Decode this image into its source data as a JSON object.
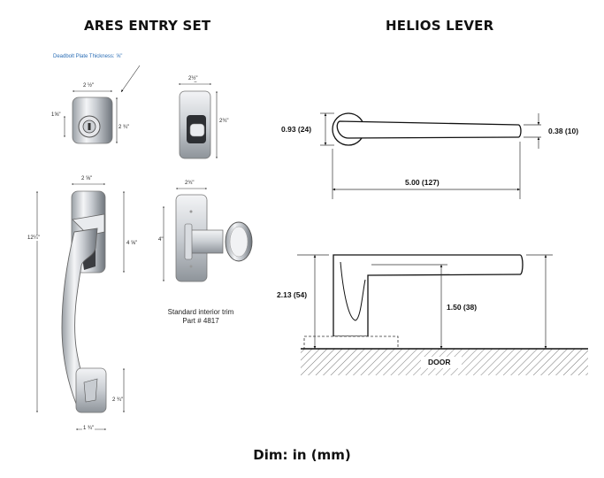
{
  "left": {
    "title": "ARES ENTRY SET",
    "deadbolt_note": "Deadbolt Plate Thickness: ⅝\"",
    "dims": {
      "deadbolt_width": "2 ½\"",
      "deadbolt_height": "2 ¾\"",
      "deadbolt_cyl": "1⅝\"",
      "back_width": "2½\"",
      "back_height": "2¾\"",
      "handle_top_width": "2 ⅝\"",
      "handle_total": "12¼\"",
      "handle_mid": "4 ⅝\"",
      "handle_bottom": "2 ¾\"",
      "handle_base_width": "1 ¾\"",
      "knob_plate_width": "2¾\"",
      "knob_height": "4\""
    },
    "caption_line1": "Standard interior trim",
    "caption_line2": "Part # 4817"
  },
  "right": {
    "title": "HELIOS LEVER",
    "dims": {
      "rose_height": "0.93 (24)",
      "lever_thickness": "0.38 (10)",
      "lever_length": "5.00 (127)",
      "total_height": "2.13 (54)",
      "lever_height": "1.50 (38)"
    },
    "door_label": "DOOR"
  },
  "footer": "Dim: in (mm)",
  "colors": {
    "accent_blue": "#2a6db5",
    "line": "#111111"
  }
}
